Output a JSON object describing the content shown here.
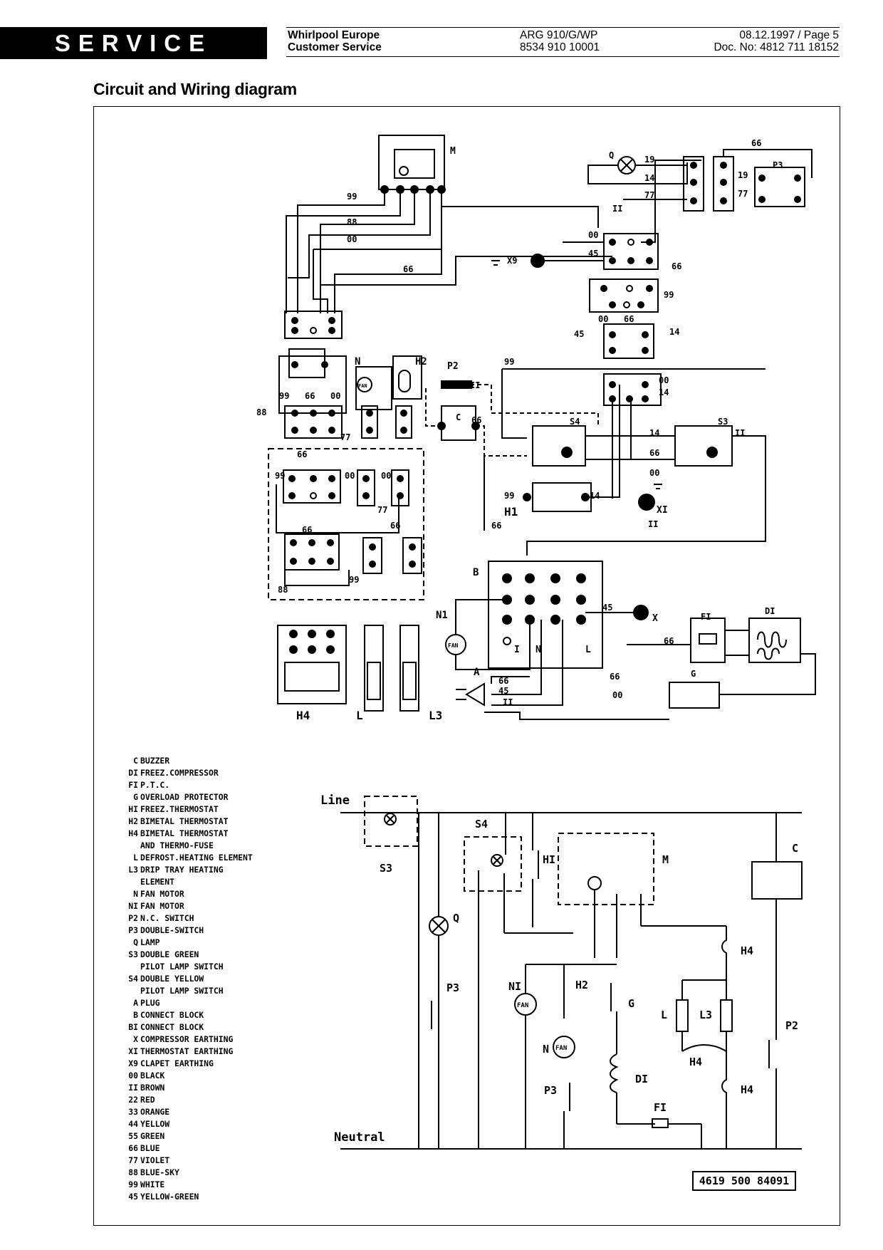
{
  "header": {
    "service": "SERVICE",
    "company_line1": "Whirlpool Europe",
    "company_line2": "Customer Service",
    "model": "ARG 910/G/WP",
    "model_code": "8534 910 10001",
    "date_page": "08.12.1997 / Page 5",
    "doc_no": "Doc. No: 4812 711 18152"
  },
  "title": "Circuit and Wiring diagram",
  "wiring": {
    "wire_labels": [
      "99",
      "88",
      "00",
      "66",
      "II",
      "45",
      "14",
      "19",
      "77",
      "66"
    ],
    "component_labels": {
      "M": "M",
      "Q": "Q",
      "P3": "P3",
      "X9": "X9",
      "N": "N",
      "H2": "H2",
      "P2": "P2",
      "C": "C",
      "S4": "S4",
      "S3": "S3",
      "H1": "H1",
      "XI": "XI",
      "B": "B",
      "N1": "N1",
      "X": "X",
      "FI": "FI",
      "DI": "DI",
      "A": "A",
      "G": "G",
      "H4": "H4",
      "L": "L",
      "L3": "L3"
    },
    "terminal_labels": {
      "I": "I",
      "N": "N",
      "L": "L"
    }
  },
  "schematic": {
    "line": "Line",
    "neutral": "Neutral",
    "labels": [
      "S3",
      "S4",
      "HI",
      "M",
      "C",
      "Q",
      "P3",
      "NI",
      "H2",
      "G",
      "N",
      "DI",
      "FI",
      "L",
      "L3",
      "H4",
      "P2"
    ],
    "part_number": "4619 500 84091"
  },
  "legend": [
    {
      "code": "C",
      "text": "BUZZER"
    },
    {
      "code": "DI",
      "text": "FREEZ.COMPRESSOR"
    },
    {
      "code": "FI",
      "text": "P.T.C."
    },
    {
      "code": "G",
      "text": "OVERLOAD PROTECTOR"
    },
    {
      "code": "HI",
      "text": "FREEZ.THERMOSTAT"
    },
    {
      "code": "H2",
      "text": "BIMETAL THERMOSTAT"
    },
    {
      "code": "H4",
      "text": "BIMETAL THERMOSTAT"
    },
    {
      "code": "",
      "text": "AND THERMO-FUSE"
    },
    {
      "code": "L",
      "text": "DEFROST.HEATING ELEMENT"
    },
    {
      "code": "L3",
      "text": "DRIP TRAY HEATING"
    },
    {
      "code": "",
      "text": "ELEMENT"
    },
    {
      "code": "N",
      "text": "FAN MOTOR"
    },
    {
      "code": "NI",
      "text": "FAN MOTOR"
    },
    {
      "code": "P2",
      "text": "N.C. SWITCH"
    },
    {
      "code": "P3",
      "text": "DOUBLE-SWITCH"
    },
    {
      "code": "Q",
      "text": "LAMP"
    },
    {
      "code": "S3",
      "text": "DOUBLE GREEN"
    },
    {
      "code": "",
      "text": "PILOT LAMP SWITCH"
    },
    {
      "code": "S4",
      "text": "DOUBLE YELLOW"
    },
    {
      "code": "",
      "text": "PILOT LAMP SWITCH"
    },
    {
      "code": "A",
      "text": "PLUG"
    },
    {
      "code": "B",
      "text": "CONNECT BLOCK"
    },
    {
      "code": "BI",
      "text": "CONNECT BLOCK"
    },
    {
      "code": "X",
      "text": "COMPRESSOR EARTHING"
    },
    {
      "code": "XI",
      "text": "THERMOSTAT EARTHING"
    },
    {
      "code": "X9",
      "text": "CLAPET EARTHING"
    },
    {
      "code": "00",
      "text": "BLACK"
    },
    {
      "code": "II",
      "text": "BROWN"
    },
    {
      "code": "22",
      "text": "RED"
    },
    {
      "code": "33",
      "text": "ORANGE"
    },
    {
      "code": "44",
      "text": "YELLOW"
    },
    {
      "code": "55",
      "text": "GREEN"
    },
    {
      "code": "66",
      "text": "BLUE"
    },
    {
      "code": "77",
      "text": "VIOLET"
    },
    {
      "code": "88",
      "text": "BLUE-SKY"
    },
    {
      "code": "99",
      "text": "WHITE"
    },
    {
      "code": "45",
      "text": "YELLOW-GREEN"
    }
  ]
}
